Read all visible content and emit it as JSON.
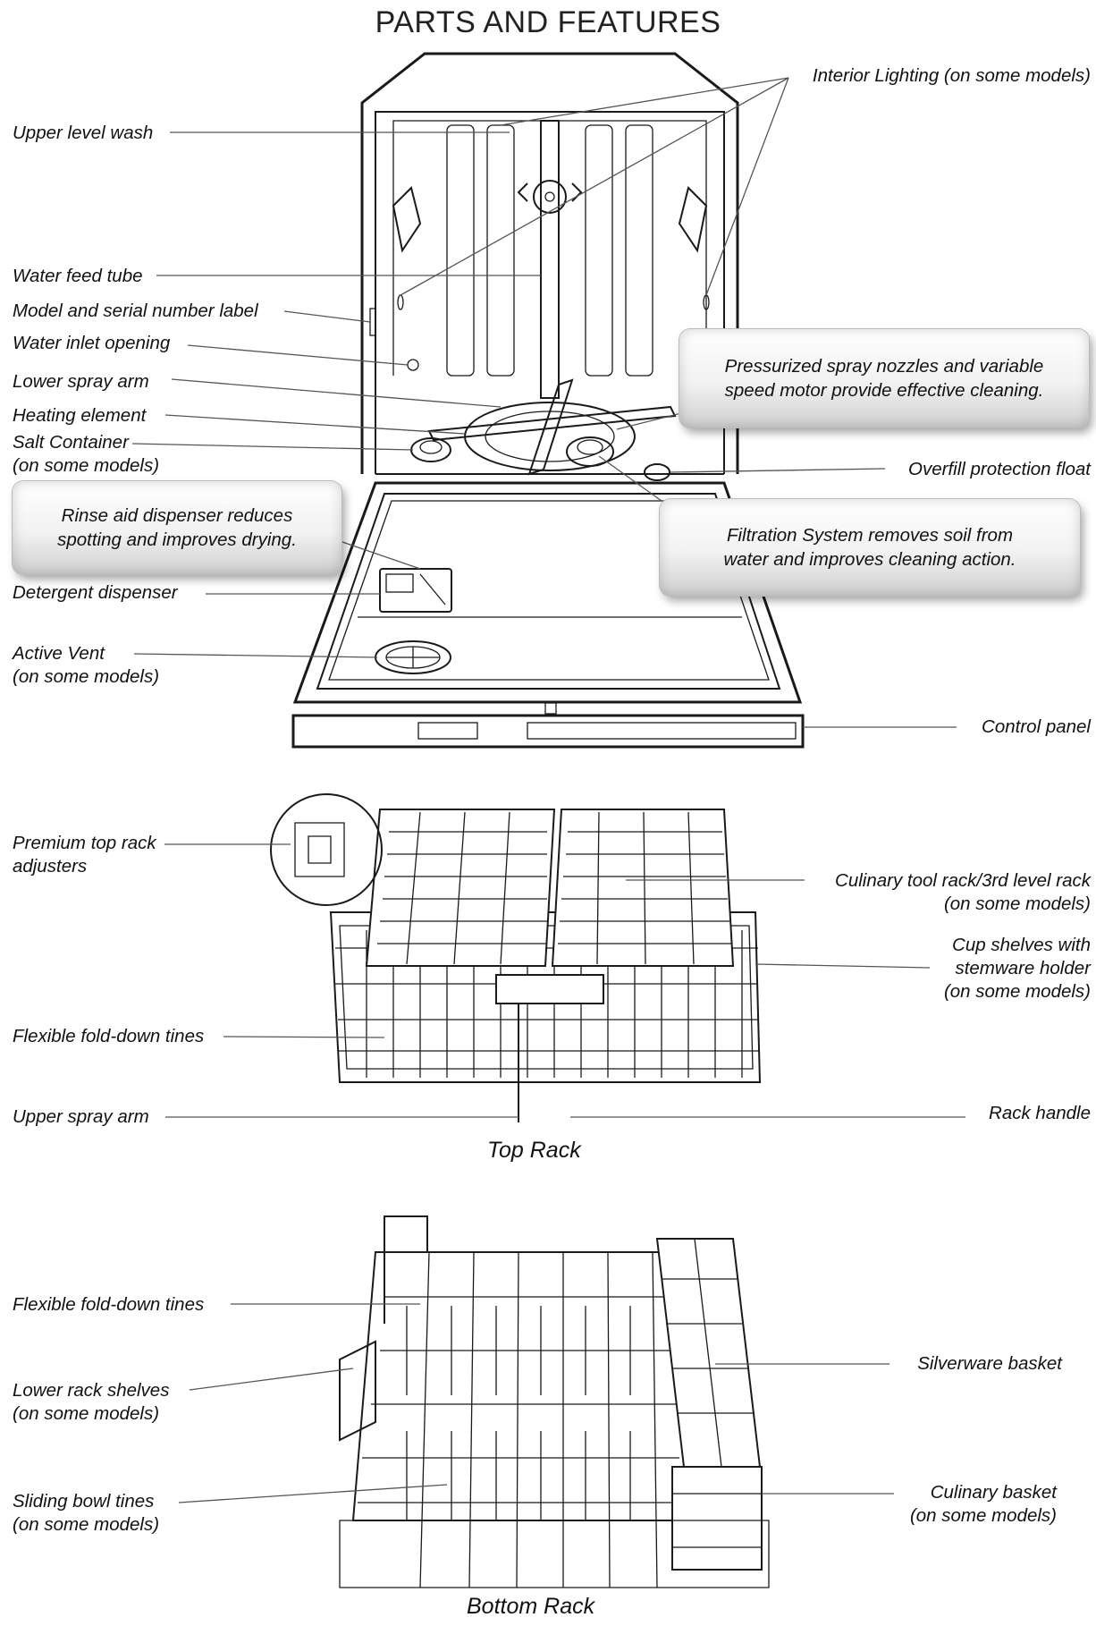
{
  "title": "PARTS AND FEATURES",
  "labels": {
    "interior_lighting": "Interior Lighting (on some models)",
    "upper_level_wash": "Upper level wash",
    "water_feed_tube": "Water feed tube",
    "model_serial_label": "Model and serial number label",
    "water_inlet_opening": "Water inlet opening",
    "lower_spray_arm": "Lower spray arm",
    "heating_element": "Heating element",
    "salt_container": "Salt Container",
    "salt_container_note": "(on some models)",
    "overfill_float": "Overfill protection float",
    "detergent_dispenser": "Detergent dispenser",
    "active_vent": "Active Vent",
    "active_vent_note": "(on some models)",
    "control_panel": "Control panel",
    "premium_adjusters_1": "Premium top rack",
    "premium_adjusters_2": "adjusters",
    "culinary_tool_rack_1": "Culinary tool rack/3rd level rack",
    "culinary_tool_rack_2": "(on some models)",
    "cup_shelves_1": "Cup shelves with",
    "cup_shelves_2": "stemware holder",
    "cup_shelves_3": "(on some models)",
    "top_fold_tines": "Flexible fold-down tines",
    "upper_spray_arm": "Upper spray arm",
    "rack_handle": "Rack handle",
    "bottom_fold_tines": "Flexible fold-down tines",
    "lower_rack_shelves_1": "Lower rack shelves",
    "lower_rack_shelves_2": "(on some models)",
    "silverware_basket": "Silverware basket",
    "sliding_bowl_tines_1": "Sliding bowl tines",
    "sliding_bowl_tines_2": "(on some models)",
    "culinary_basket_1": "Culinary basket",
    "culinary_basket_2": "(on some models)"
  },
  "callouts": {
    "pressurized_1": "Pressurized spray nozzles and variable",
    "pressurized_2": "speed motor provide effective cleaning.",
    "rinse_aid_1": "Rinse aid dispenser reduces",
    "rinse_aid_2": "spotting  and improves drying.",
    "filtration_1": "Filtration System removes soil from",
    "filtration_2": "water and improves cleaning action."
  },
  "captions": {
    "top_rack": "Top Rack",
    "bottom_rack": "Bottom Rack"
  }
}
